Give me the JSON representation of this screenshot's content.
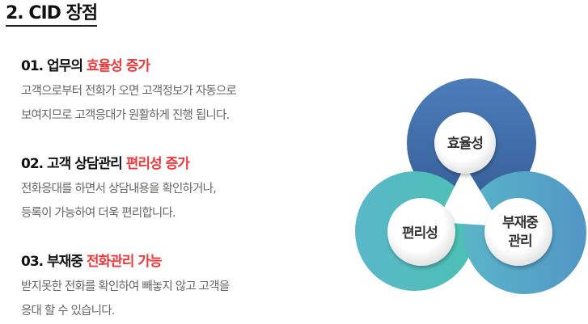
{
  "title": "2. CID 장점",
  "items": [
    {
      "num": "01.",
      "heading": "업무의",
      "highlight": "효율성 증가",
      "lines": [
        "고객으로부터 전화가 오면  고객정보가 자동으로",
        "보여지므로 고객응대가 원활하게 진행 됩니다."
      ]
    },
    {
      "num": "02.",
      "heading": "고객 상담관리",
      "highlight": "편리성 증가",
      "lines": [
        "전화응대를 하면서 상담내용을 확인하거나,",
        "등록이 가능하여  더욱 편리합니다."
      ]
    },
    {
      "num": "03.",
      "heading": "부재중",
      "highlight": "전화관리 가능",
      "lines": [
        "받지못한 전화를 확인하여 빼놓지 않고 고객을",
        "응대 할 수 있습니다."
      ]
    }
  ],
  "diagram": {
    "top": "효율성",
    "left": "편리성",
    "right_line1": "부재중",
    "right_line2": "관리"
  },
  "colors": {
    "highlight": "#f0383a",
    "top_ring": "#3f6aa5",
    "left_ring": "#4fbdb8",
    "right_ring": "#5aa3c8"
  }
}
